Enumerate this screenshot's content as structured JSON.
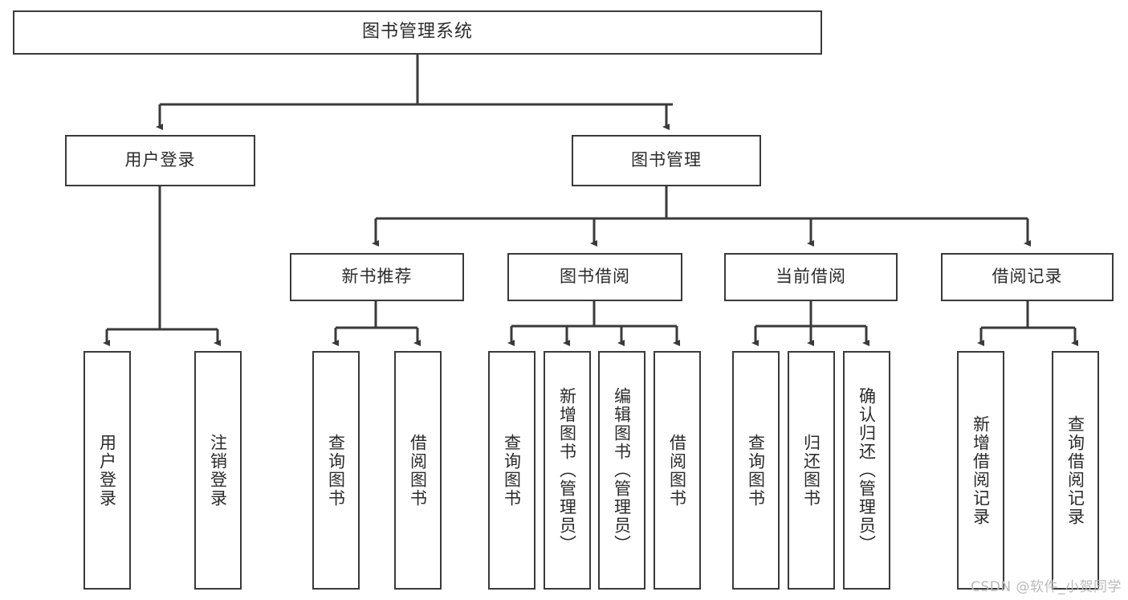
{
  "diagram": {
    "title": "图书管理系统",
    "type": "tree",
    "root": {
      "id": "root",
      "label": "图书管理系统"
    },
    "level2": [
      {
        "id": "user-login",
        "label": "用户登录"
      },
      {
        "id": "book-manage",
        "label": "图书管理"
      }
    ],
    "level3": [
      {
        "id": "new-book-recommend",
        "label": "新书推荐",
        "parent": "book-manage"
      },
      {
        "id": "book-borrow",
        "label": "图书借阅",
        "parent": "book-manage"
      },
      {
        "id": "current-borrow",
        "label": "当前借阅",
        "parent": "book-manage"
      },
      {
        "id": "borrow-record",
        "label": "借阅记录",
        "parent": "book-manage"
      }
    ],
    "leaves": [
      {
        "id": "leaf-user-login",
        "label": "用户登录",
        "parent": "user-login"
      },
      {
        "id": "leaf-logout",
        "label": "注销登录",
        "parent": "user-login"
      },
      {
        "id": "leaf-query-book-1",
        "label": "查询图书",
        "parent": "new-book-recommend"
      },
      {
        "id": "leaf-borrow-book-1",
        "label": "借阅图书",
        "parent": "new-book-recommend"
      },
      {
        "id": "leaf-query-book-2",
        "label": "查询图书",
        "parent": "book-borrow"
      },
      {
        "id": "leaf-add-book",
        "label": "新增图书（管理员）",
        "parent": "book-borrow"
      },
      {
        "id": "leaf-edit-book",
        "label": "编辑图书（管理员）",
        "parent": "book-borrow"
      },
      {
        "id": "leaf-borrow-book-2",
        "label": "借阅图书",
        "parent": "book-borrow"
      },
      {
        "id": "leaf-query-book-3",
        "label": "查询图书",
        "parent": "current-borrow"
      },
      {
        "id": "leaf-return-book",
        "label": "归还图书",
        "parent": "current-borrow"
      },
      {
        "id": "leaf-confirm-return",
        "label": "确认归还（管理员）",
        "parent": "current-borrow"
      },
      {
        "id": "leaf-add-record",
        "label": "新增借阅记录",
        "parent": "borrow-record"
      },
      {
        "id": "leaf-query-record",
        "label": "查询借阅记录",
        "parent": "borrow-record"
      }
    ],
    "watermark": "CSDN @软件_小贺同学",
    "colors": {
      "stroke": "#3a3a3a",
      "fill": "#ffffff",
      "text": "#2b2b2b",
      "watermark": "#b9b9b9"
    }
  }
}
